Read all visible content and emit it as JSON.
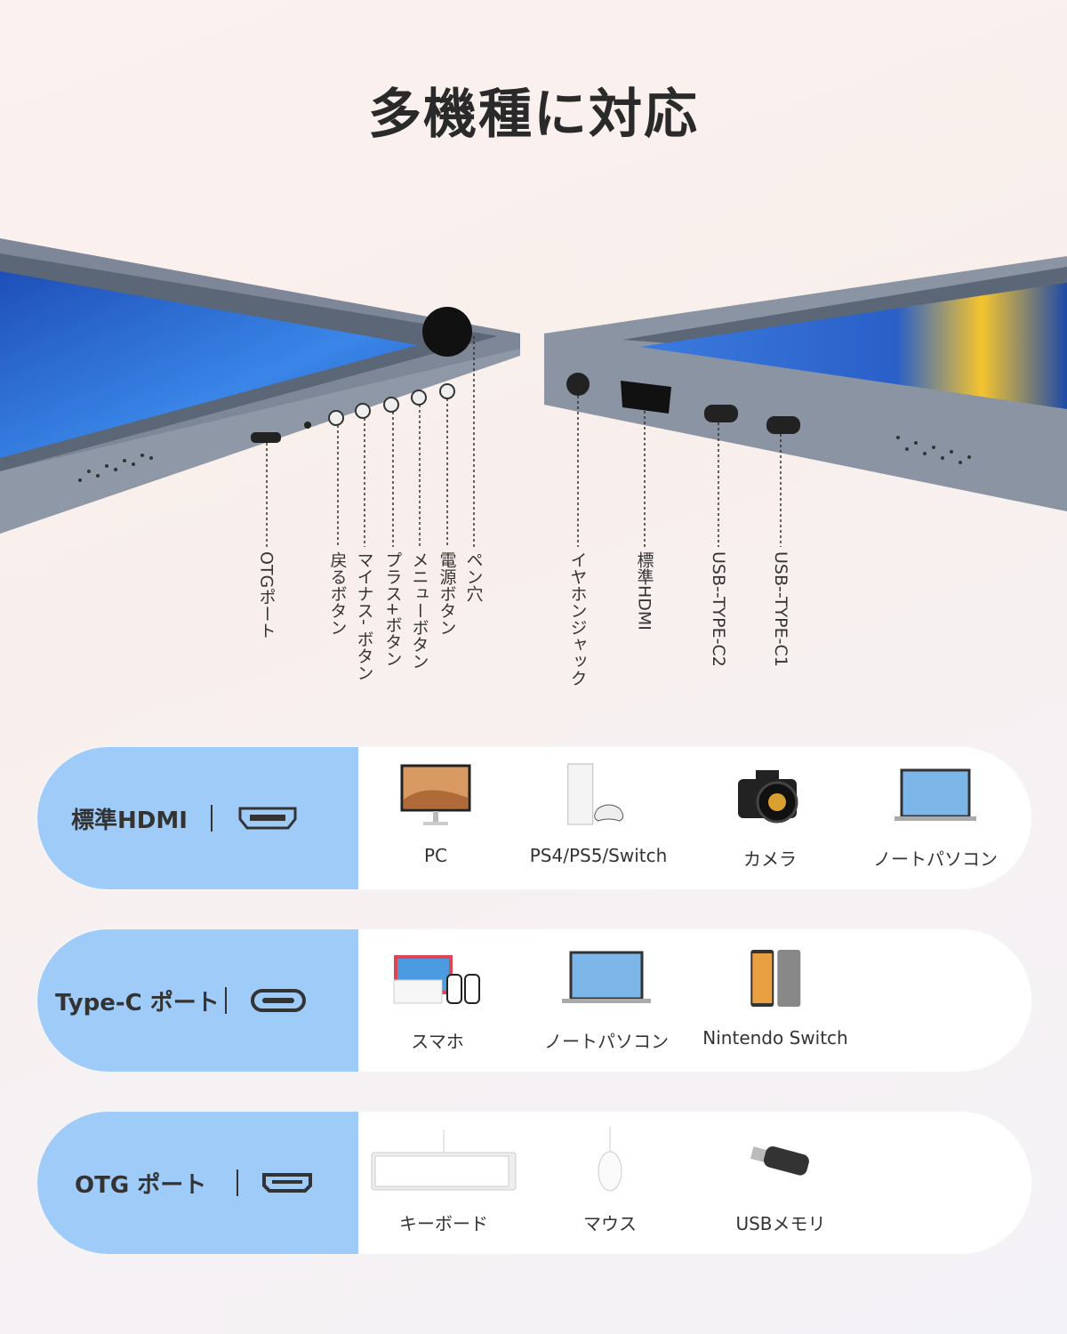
{
  "title": "多機種に対応",
  "port_labels_left": [
    "OTGポート",
    "戻るボタン",
    "マイナス- ボタン",
    "プラス+ボタン",
    "メニューボタン",
    "電源ボタン",
    "ペン穴"
  ],
  "port_labels_right": [
    "イヤホンジャック",
    "標準HDMI",
    "USB--TYPE-C2",
    "USB--TYPE-C1"
  ],
  "rows": [
    {
      "port": "標準HDMI",
      "port_icon": "hdmi-port-icon",
      "devices": [
        {
          "label": "PC",
          "icon": "monitor-icon"
        },
        {
          "label": "PS4/PS5/Switch",
          "icon": "game-console-icon"
        },
        {
          "label": "カメラ",
          "icon": "camera-icon"
        },
        {
          "label": "ノートパソコン",
          "icon": "laptop-icon"
        }
      ]
    },
    {
      "port": "Type-C ポート",
      "port_icon": "usb-c-port-icon",
      "devices": [
        {
          "label": "スマホ",
          "icon": "nintendo-switch-icon"
        },
        {
          "label": "ノートパソコン",
          "icon": "laptop-icon"
        },
        {
          "label": "Nintendo Switch",
          "icon": "smartphone-icon"
        }
      ]
    },
    {
      "port": "OTG ポート",
      "port_icon": "micro-usb-port-icon",
      "devices": [
        {
          "label": "キーボード",
          "icon": "keyboard-icon"
        },
        {
          "label": "マウス",
          "icon": "mouse-icon"
        },
        {
          "label": "USBメモリ",
          "icon": "usb-drive-icon"
        }
      ]
    }
  ],
  "colors": {
    "port_panel": "#9fcbf9",
    "device_frame": "#6f7b8a",
    "screen": "#2f6fd6"
  }
}
